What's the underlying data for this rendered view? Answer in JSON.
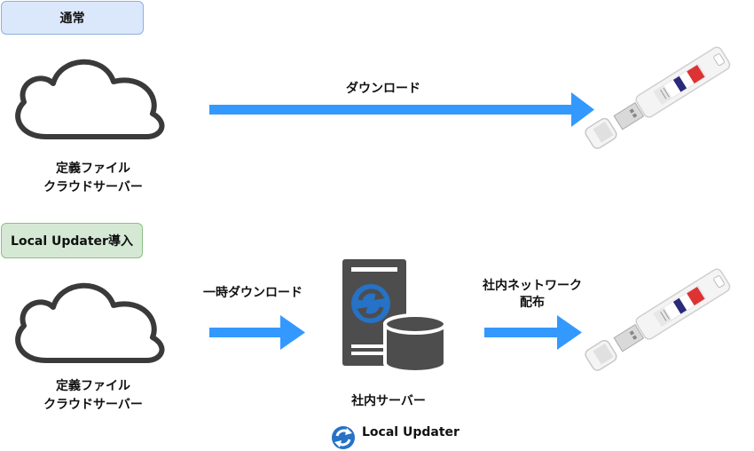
{
  "tags": {
    "normal": "通常",
    "local": "Local Updater導入"
  },
  "top_row": {
    "cloud_label_line1": "定義ファイル",
    "cloud_label_line2": "クラウドサーバー",
    "arrow_label": "ダウンロード"
  },
  "bottom_row": {
    "cloud_label_line1": "定義ファイル",
    "cloud_label_line2": "クラウドサーバー",
    "arrow1_label": "一時ダウンロード",
    "server_label": "社内サーバー",
    "arrow2_label_line1": "社内ネットワーク",
    "arrow2_label_line2": "配布",
    "legend_label": "Local Updater"
  },
  "colors": {
    "arrow": "#3399ff",
    "server": "#4d4d4d",
    "sync": "#2672c6"
  },
  "icons": [
    "cloud-icon",
    "usb-drive-icon",
    "server-icon",
    "database-icon",
    "sync-icon"
  ]
}
